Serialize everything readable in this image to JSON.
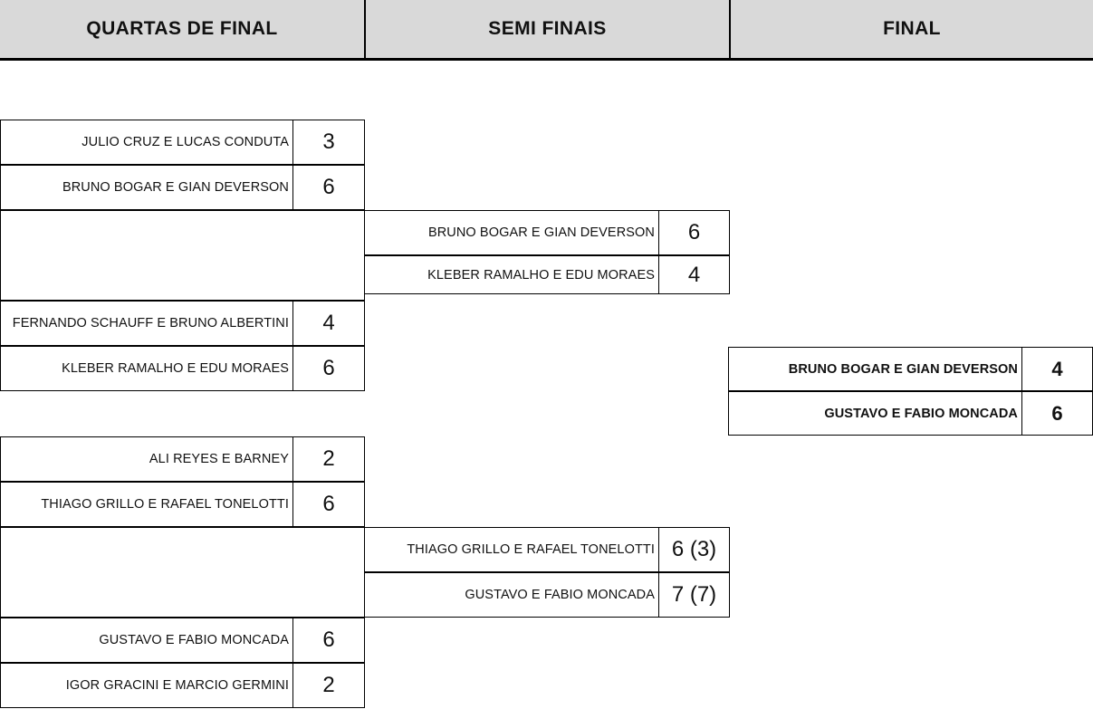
{
  "headers": [
    {
      "label": "QUARTAS DE FINAL"
    },
    {
      "label": "SEMI FINAIS"
    },
    {
      "label": "FINAL"
    }
  ],
  "bracket": {
    "quarterfinals": [
      {
        "teams": [
          {
            "name": "JULIO CRUZ E LUCAS CONDUTA",
            "score": "3"
          },
          {
            "name": "BRUNO BOGAR E GIAN DEVERSON",
            "score": "6"
          }
        ]
      },
      {
        "teams": [
          {
            "name": "FERNANDO SCHAUFF E BRUNO ALBERTINI",
            "score": "4"
          },
          {
            "name": "KLEBER RAMALHO E EDU MORAES",
            "score": "6"
          }
        ]
      },
      {
        "teams": [
          {
            "name": "ALI REYES E BARNEY",
            "score": "2"
          },
          {
            "name": "THIAGO GRILLO E RAFAEL TONELOTTI",
            "score": "6"
          }
        ]
      },
      {
        "teams": [
          {
            "name": "GUSTAVO E FABIO MONCADA",
            "score": "6"
          },
          {
            "name": "IGOR GRACINI E MARCIO GERMINI",
            "score": "2"
          }
        ]
      }
    ],
    "semifinals": [
      {
        "teams": [
          {
            "name": "BRUNO BOGAR E GIAN DEVERSON",
            "score": "6"
          },
          {
            "name": "KLEBER RAMALHO E EDU MORAES",
            "score": "4"
          }
        ]
      },
      {
        "teams": [
          {
            "name": "THIAGO GRILLO E RAFAEL TONELOTTI",
            "score": "6 (3)"
          },
          {
            "name": "GUSTAVO E FABIO MONCADA",
            "score": "7 (7)"
          }
        ]
      }
    ],
    "final": {
      "teams": [
        {
          "name": "BRUNO BOGAR E GIAN DEVERSON",
          "score": "4"
        },
        {
          "name": "GUSTAVO E FABIO MONCADA",
          "score": "6"
        }
      ]
    }
  },
  "colors": {
    "header_background": "#d9d9d9",
    "border": "#000000",
    "text": "#111111"
  }
}
